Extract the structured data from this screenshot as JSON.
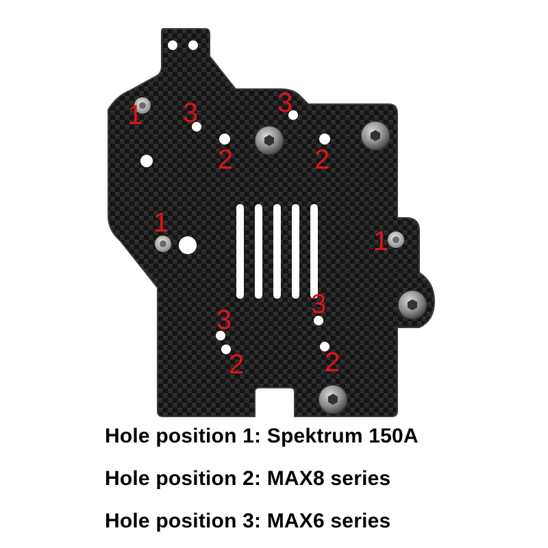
{
  "image": {
    "subject": "carbon-fiber-mounting-plate",
    "background_color": "#ffffff",
    "plate_color": "#1c1c1c",
    "marker_color": "#e0141b"
  },
  "markers": [
    {
      "label": "1"
    },
    {
      "label": "3"
    },
    {
      "label": "3"
    },
    {
      "label": "2"
    },
    {
      "label": "2"
    },
    {
      "label": "1"
    },
    {
      "label": "1"
    },
    {
      "label": "3"
    },
    {
      "label": "3"
    },
    {
      "label": "2"
    },
    {
      "label": "2"
    }
  ],
  "captions": [
    {
      "text": "Hole position 1: Spektrum 150A"
    },
    {
      "text": "Hole position 2: MAX8 series"
    },
    {
      "text": "Hole position 3: MAX6 series"
    }
  ]
}
